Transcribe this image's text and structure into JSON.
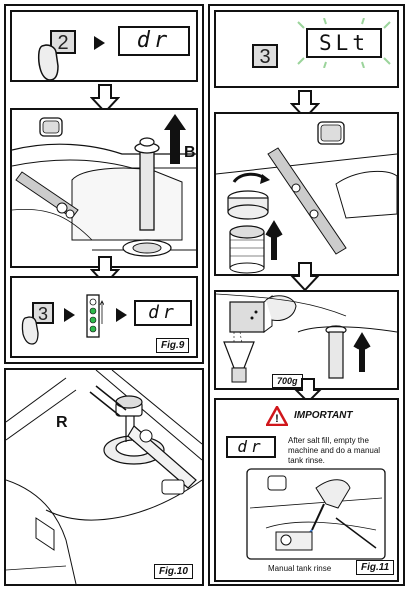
{
  "step1": {
    "number": "2",
    "display": "dr"
  },
  "step3a": {
    "label": "B"
  },
  "step4": {
    "number": "3",
    "display": "dr"
  },
  "fig9": {
    "label": "Fig.9"
  },
  "fig10": {
    "label": "Fig.10",
    "letter": "R"
  },
  "right_step1": {
    "number": "3",
    "display": "SLt"
  },
  "salt": {
    "weight": "700g"
  },
  "important": {
    "title": "IMPORTANT",
    "display": "dr",
    "text": "After salt fill, empty the machine and do a manual tank rinse.",
    "caption": "Manual tank rinse"
  },
  "fig11": {
    "label": "Fig.11"
  }
}
